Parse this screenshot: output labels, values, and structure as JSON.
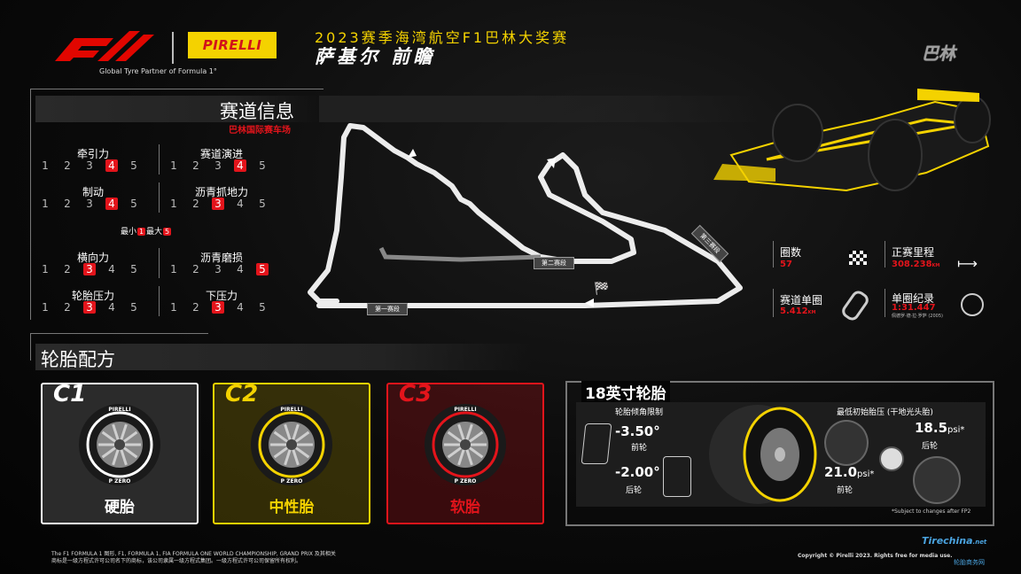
{
  "header": {
    "partner_text": "Global Tyre Partner of Formula 1°",
    "pirelli_logo": "PIRELLI",
    "title_line1": "2023赛季海湾航空F1巴林大奖赛",
    "title_line2": "萨基尔  前瞻",
    "city": "巴林"
  },
  "track_info": {
    "heading": "赛道信息",
    "circuit_name": "巴林国际赛车场",
    "metrics": [
      {
        "label": "牵引力",
        "scale": [
          "1",
          "2",
          "3",
          "4",
          "5"
        ],
        "value": 4
      },
      {
        "label": "赛道演进",
        "scale": [
          "1",
          "2",
          "3",
          "4",
          "5"
        ],
        "value": 4
      },
      {
        "label": "制动",
        "scale": [
          "1",
          "2",
          "3",
          "4",
          "5"
        ],
        "value": 4
      },
      {
        "label": "沥青抓地力",
        "scale": [
          "1",
          "2",
          "3",
          "4",
          "5"
        ],
        "value": 3
      },
      {
        "label": "横向力",
        "scale": [
          "1",
          "2",
          "3",
          "4",
          "5"
        ],
        "value": 3
      },
      {
        "label": "沥青磨损",
        "scale": [
          "1",
          "2",
          "3",
          "4",
          "5"
        ],
        "value": 5
      },
      {
        "label": "轮胎压力",
        "scale": [
          "1",
          "2",
          "3",
          "4",
          "5"
        ],
        "value": 3
      },
      {
        "label": "下压力",
        "scale": [
          "1",
          "2",
          "3",
          "4",
          "5"
        ],
        "value": 3
      }
    ],
    "legend": {
      "min_label": "最小",
      "min_val": "1",
      "max_label": "最大",
      "max_val": "5"
    }
  },
  "track_map": {
    "sectors": [
      "第一赛段",
      "第二赛段",
      "第三赛段"
    ]
  },
  "stats": {
    "laps_label": "圈数",
    "laps_value": "57",
    "distance_label": "正赛里程",
    "distance_value": "308.238",
    "distance_unit": "KM",
    "lap_length_label": "赛道单圈",
    "lap_length_value": "5.412",
    "lap_length_unit": "KM",
    "lap_record_label": "单圈纪录",
    "lap_record_value": "1:31.447",
    "lap_record_holder": "佩德罗·德·拉·罗萨 (2005)"
  },
  "compounds": {
    "heading": "轮胎配方",
    "tyres": [
      {
        "code": "C1",
        "name": "硬胎",
        "color": "#ffffff"
      },
      {
        "code": "C2",
        "name": "中性胎",
        "color": "#f4d200"
      },
      {
        "code": "C3",
        "name": "软胎",
        "color": "#e3141b"
      }
    ],
    "sidewall_brand": "PIRELLI",
    "sidewall_model": "P ZERO"
  },
  "tyre_18": {
    "heading": "18英寸轮胎",
    "camber_title": "轮胎倾角限制",
    "front_camber": "-3.50°",
    "front_label": "前轮",
    "rear_camber": "-2.00°",
    "rear_label": "后轮",
    "pressure_title": "最低初始胎压",
    "pressure_note": "(干地光头胎)",
    "front_pressure": "21.0",
    "rear_pressure": "18.5",
    "psi_unit": "psi*",
    "pressure_front_label": "前轮",
    "pressure_rear_label": "后轮",
    "note": "*Subject to changes after FP2"
  },
  "footer": {
    "line1": "The F1 FORMULA 1 图形, F1, FORMULA 1, FIA FORMULA ONE WORLD CHAMPIONSHIP, GRAND PRIX 及其相关",
    "line2": "商标是一级方程式许可公司名下的商标，该公司隶属一级方程式集团。一级方程式许可公司保留所有权利。",
    "copyright": "Copyright © Pirelli 2023. Rights free for media use.",
    "watermark_main": "Tirechina",
    "watermark_domain": ".net",
    "watermark_sub": "轮胎商务网"
  },
  "colors": {
    "accent_yellow": "#f4d200",
    "accent_red": "#e3141b"
  }
}
